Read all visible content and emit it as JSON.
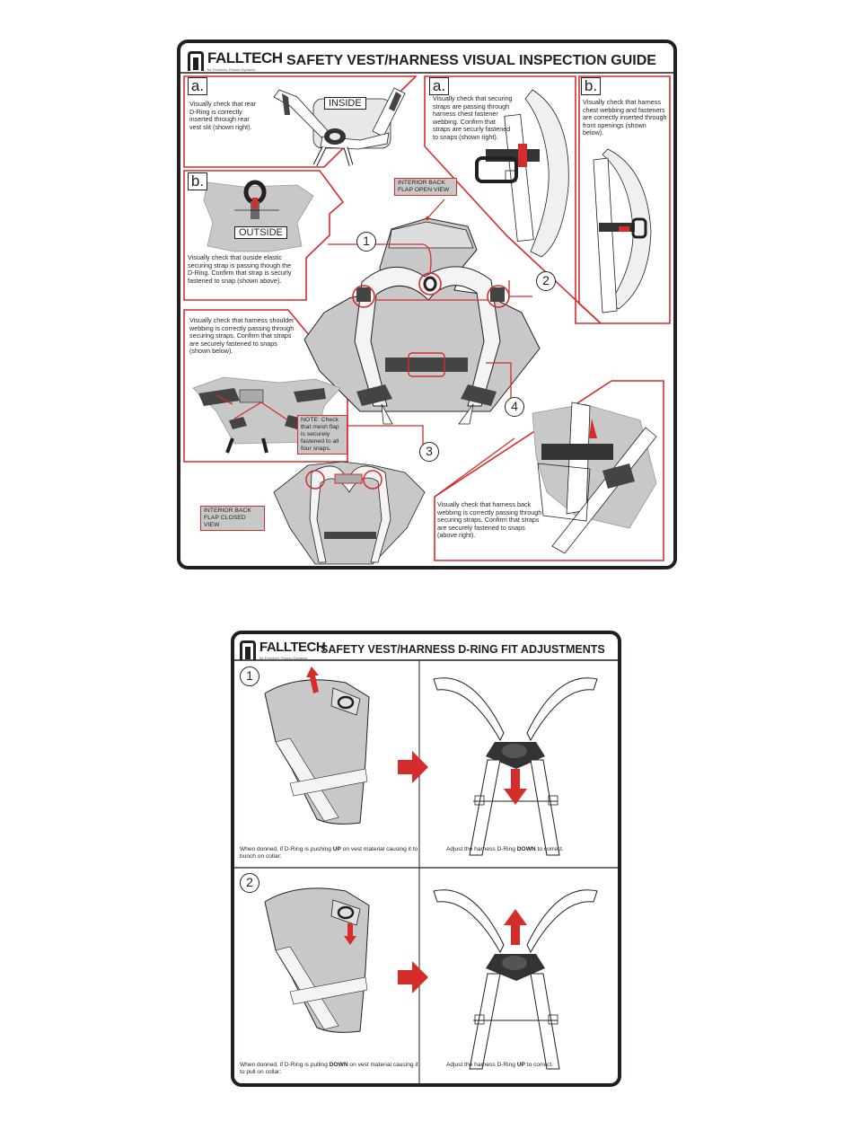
{
  "guide": {
    "brand": "FALLTECH",
    "tagline": "for Freedom. Proven Dynamic.",
    "title": "SAFETY VEST/HARNESS VISUAL INSPECTION GUIDE",
    "letter_a": "a.",
    "letter_b": "b.",
    "inside_label": "INSIDE",
    "outside_label": "OUTSIDE",
    "left_a_text": "Visually check that rear D-Ring is correctly inserted through rear vest slit (shown right).",
    "left_b_text": "Visually check that ouside elastic securing strap is passing though the D-Ring. Confirm that strap is securly fastened to snap (shown above).",
    "right_a_text": "Visually check that securing straps are passing through harness chest fastener webbing. Confirm that straps are securly fastened to snaps (shown right).",
    "right_b_text": "Visually check that harness chest webbing and fasteners are correctly inserted through front openings (shown below).",
    "flag_open": "INTERIOR BACK FLAP OPEN VIEW",
    "flag_closed": "INTERIOR BACK FLAP CLOSED VIEW",
    "note3_text": "Visually check that harness shoulder webbing is correctly passing through securing straps. Confirm that straps are securely fastened to snaps (shown below).",
    "note3_flag": "NOTE: Check that mesh flap is securely fastened to all four snaps.",
    "note4_text": "Visually check that harness back webbing is correctly passing through securing straps. Confirm that straps are securely fastened to snaps (above right).",
    "nums": [
      "1",
      "2",
      "3",
      "4"
    ]
  },
  "fit": {
    "brand": "FALLTECH",
    "tagline": "for Freedom. Proven Dynamic.",
    "title": "SAFETY VEST/HARNESS D-RING FIT ADJUSTMENTS",
    "step1": "1",
    "step2": "2",
    "cap1_pre": "When donned, if D-Ring is pushing ",
    "cap1_bold": "UP",
    "cap1_post": " on vest material causing it to bunch on collar:",
    "cap1_right_pre": "Adjust the harness D-Ring ",
    "cap1_right_bold": "DOWN",
    "cap1_right_post": " to correct.",
    "cap2_pre": "When donned, if D-Ring is pulling ",
    "cap2_bold": "DOWN",
    "cap2_post": " on vest material causing it to pull on collar:",
    "cap2_right_pre": "Adjust the harness D-Ring ",
    "cap2_right_bold": "UP",
    "cap2_right_post": " to correct."
  },
  "colors": {
    "accent": "#d42d2b",
    "ink": "#231f20",
    "gray": "#c9c8c8",
    "light": "#e8e8e8"
  }
}
